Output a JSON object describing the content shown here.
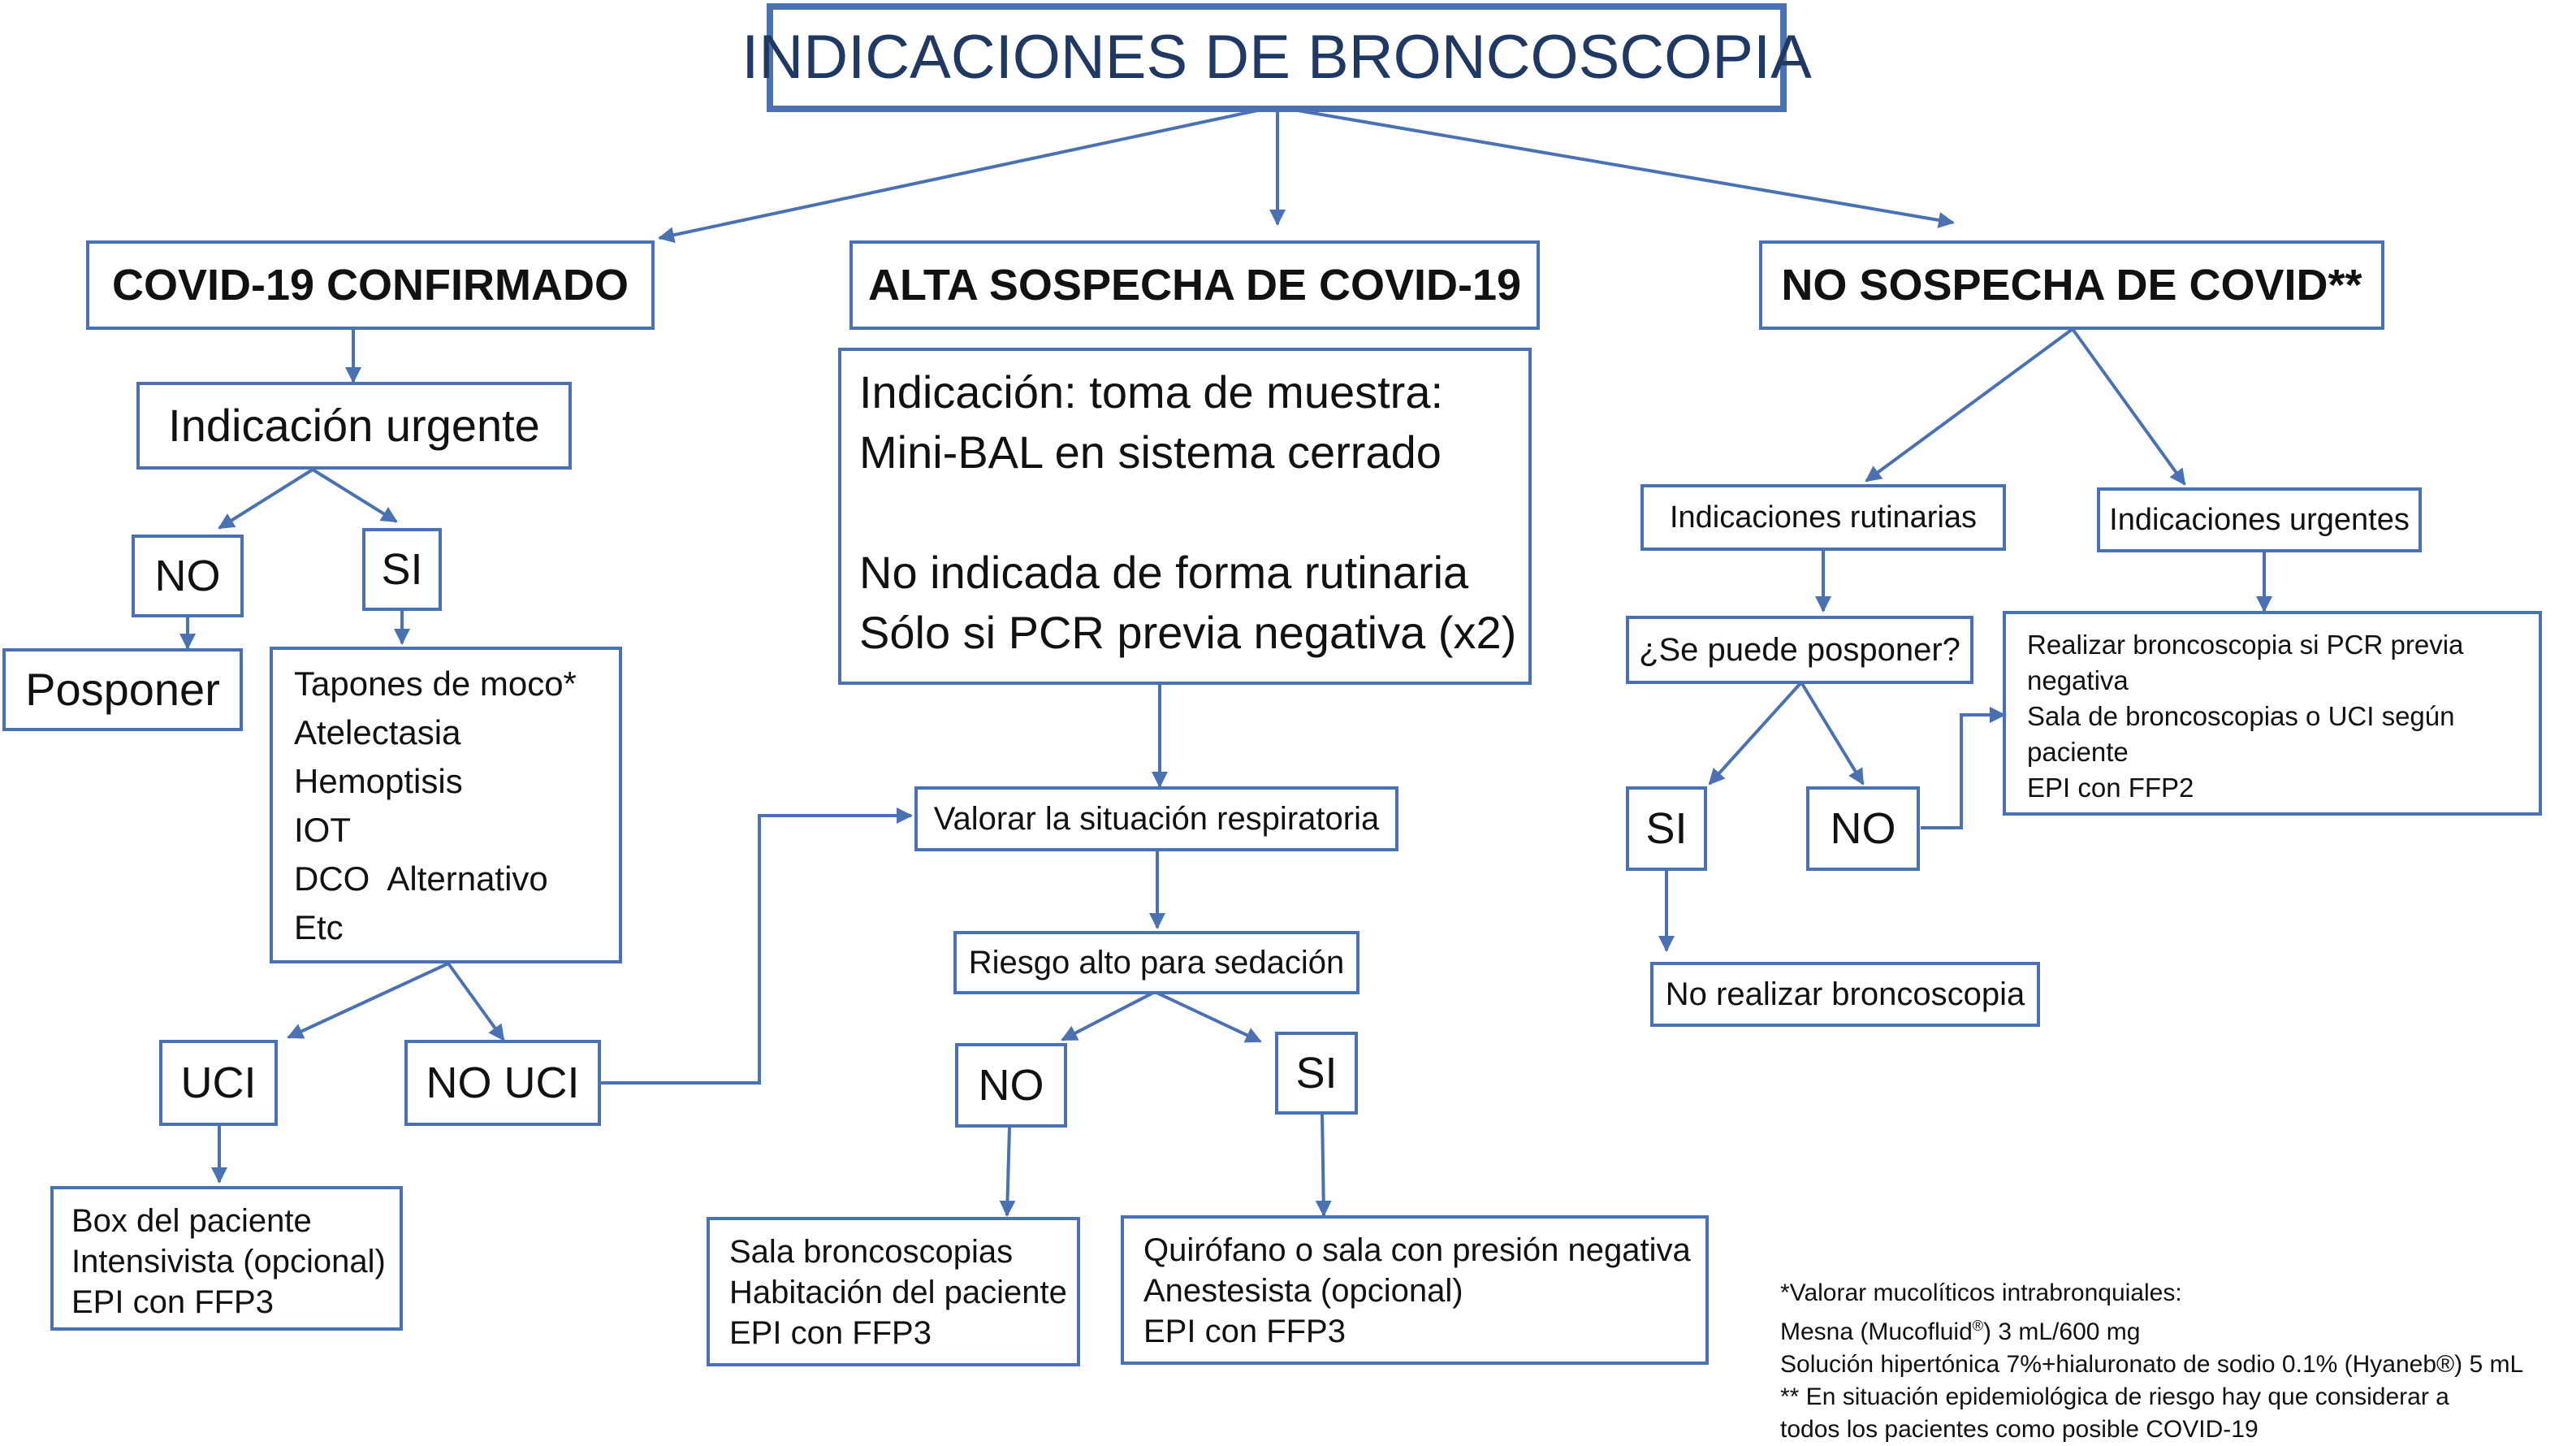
{
  "title": "INDICACIONES DE BRONCOSCOPIA",
  "covid_confirmado": {
    "header": "COVID-19 CONFIRMADO",
    "indicacion": "Indicación urgente",
    "no": "NO",
    "si": "SI",
    "posponer": "Posponer",
    "lista": [
      "Tapones de moco*",
      "Atelectasia",
      "Hemoptisis",
      "IOT",
      "DCO  Alternativo",
      "Etc"
    ],
    "uci": "UCI",
    "no_uci": "NO UCI",
    "box_uci": [
      "Box del paciente",
      "Intensivista (opcional)",
      "EPI con FFP3"
    ]
  },
  "alta_sospecha": {
    "header": "ALTA SOSPECHA DE COVID-19",
    "indicacion": [
      "Indicación: toma de muestra:",
      "Mini-BAL en sistema cerrado",
      "",
      "No indicada de forma rutinaria",
      "Sólo si PCR previa negativa (x2)"
    ],
    "valorar": "Valorar la situación respiratoria",
    "riesgo": "Riesgo alto para sedación",
    "no": "NO",
    "si": "SI",
    "box_no": [
      "Sala broncoscopias",
      "Habitación del paciente",
      "EPI con FFP3"
    ],
    "box_si": [
      "Quirófano o sala con presión negativa",
      "Anestesista (opcional)",
      "EPI con FFP3"
    ]
  },
  "no_sospecha": {
    "header": "NO SOSPECHA DE COVID**",
    "rutinarias": "Indicaciones rutinarias",
    "urgentes": "Indicaciones urgentes",
    "posponer_q": "¿Se puede posponer?",
    "si": "SI",
    "no": "NO",
    "no_realizar": "No realizar broncoscopia",
    "box_urgentes": [
      "Realizar broncoscopia si PCR previa",
      "negativa",
      "Sala de broncoscopias o UCI según",
      "paciente",
      "EPI con FFP2"
    ]
  },
  "footnotes": [
    "*Valorar mucolíticos intrabronquiales:",
    "Mesna (Mucofluid",
    "®",
    ") 3 mL/600 mg",
    "Solución hipertónica 7%+hialuronato de sodio 0.1% (Hyaneb®) 5 mL",
    "** En situación epidemiológica de riesgo hay que considerar a",
    "todos los pacientes como posible COVID-19"
  ],
  "colors": {
    "border": "#4a72b2",
    "title_text": "#1f3864",
    "text": "#111111"
  }
}
